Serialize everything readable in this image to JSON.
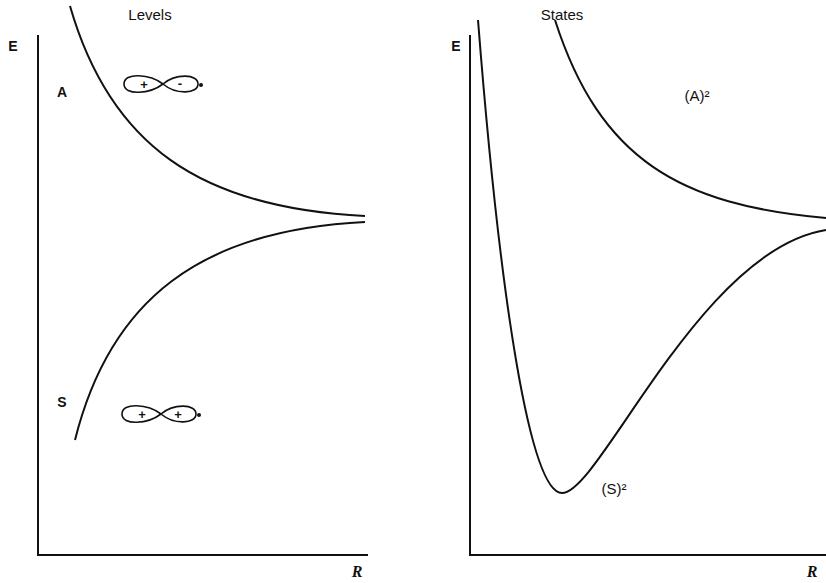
{
  "diagram": {
    "labels": [
      "Levels",
      "E",
      "A",
      "+",
      "-",
      "S",
      "+",
      "+",
      "R",
      "States",
      "E",
      "(A)²",
      "(S)²",
      "R"
    ]
  }
}
